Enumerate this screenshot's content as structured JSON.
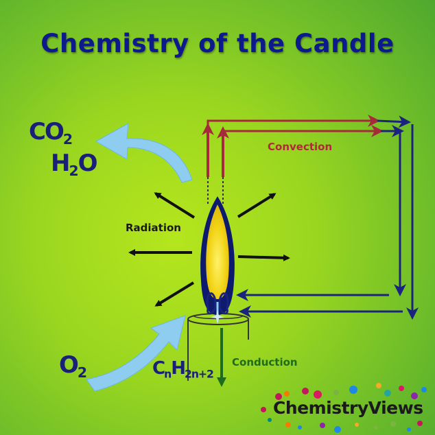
{
  "title": "Chemistry of the Candle",
  "labels": {
    "convection": "Convection",
    "radiation": "Radiation",
    "conduction": "Conduction"
  },
  "products": {
    "co2_main": "CO",
    "co2_sub": "2",
    "h2o_h": "H",
    "h2o_sub": "2",
    "h2o_o": "O"
  },
  "reactants": {
    "o2_main": "O",
    "o2_sub": "2",
    "fuel_c": "C",
    "fuel_c_sub": "n",
    "fuel_h": "H",
    "fuel_h_sub": "2n+2"
  },
  "logo": "ChemistryViews",
  "colors": {
    "title": "#0d1a8c",
    "convection": "#b0283a",
    "radiation": "#1a1a1a",
    "conduction": "#1e6b1e",
    "flame_yellow": "#f2d417",
    "arrow_navy": "#1a237e",
    "air_flow": "#8ecdf0"
  }
}
